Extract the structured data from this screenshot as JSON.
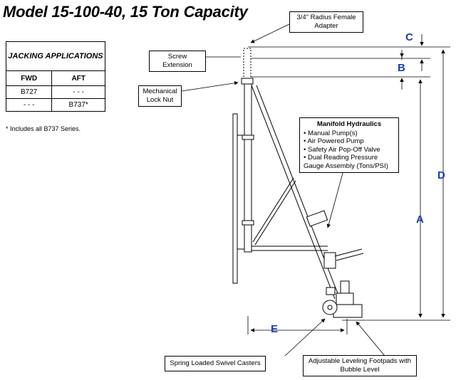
{
  "title": "Model 15-100-40, 15 Ton Capacity",
  "applications_table": {
    "header": "JACKING APPLICATIONS",
    "columns": [
      "FWD",
      "AFT"
    ],
    "rows": [
      [
        "B727",
        "- - -"
      ],
      [
        "- - -",
        "B737*"
      ]
    ]
  },
  "footnote": "* Includes all B737 Series.",
  "callouts": {
    "adapter": "3/4\" Radius Female Adapter",
    "screw_extension": "Screw Extension",
    "lock_nut": "Mechanical Lock Nut",
    "casters": "Spring Loaded Swivel Casters",
    "footpads": "Adjustable Leveling Footpads with Bubble Level"
  },
  "manifold": {
    "title": "Manifold Hydraulics",
    "items": [
      "Manual Pump(s)",
      "Air Powered Pump",
      "Safety Air Pop-Off Valve",
      "Dual Reading Pressure Gauge Assembly (Tons/PSI)"
    ]
  },
  "dimensions": {
    "a": "A",
    "b": "B",
    "c": "C",
    "d": "D",
    "e": "E"
  },
  "colors": {
    "dimension_label": "#1a3fb0"
  }
}
